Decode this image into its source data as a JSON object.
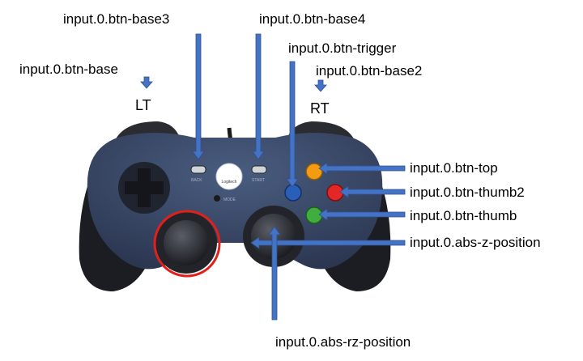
{
  "labels": {
    "btn_base": "input.0.btn-base",
    "btn_base3": "input.0.btn-base3",
    "btn_base4": "input.0.btn-base4",
    "btn_trigger": "input.0.btn-trigger",
    "btn_base2": "input.0.btn-base2",
    "lt": "LT",
    "rt": "RT",
    "btn_top": "input.0.btn-top",
    "btn_thumb2": "input.0.btn-thumb2",
    "btn_thumb": "input.0.btn-thumb",
    "abs_z": "input.0.abs-z-position",
    "abs_rz": "input.0.abs-rz-position"
  },
  "controller": {
    "brand": "Logitech",
    "back_label": "BACK",
    "start_label": "START",
    "mode_label": "MODE"
  },
  "colors": {
    "arrow": "#4472c4",
    "body": "#3a4a66",
    "grip": "#1b1d22",
    "highlight_ring": "#e0201a",
    "button_y": "#f39c12",
    "button_b": "#e32626",
    "button_a": "#3fae3f",
    "button_x": "#2a5fb8"
  }
}
